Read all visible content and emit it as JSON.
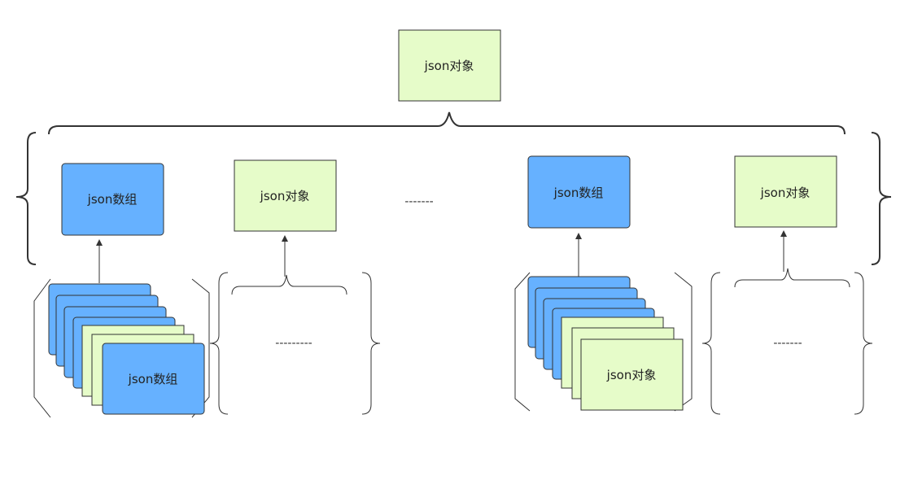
{
  "diagram": {
    "colors": {
      "array_fill": "#66b1ff",
      "object_fill": "#e6fcc9",
      "stroke": "#333333"
    },
    "root": {
      "label": "json对象"
    },
    "level1": {
      "array1": {
        "label": "json数组"
      },
      "object1": {
        "label": "json对象"
      },
      "ellipsis": "-------",
      "array2": {
        "label": "json数组"
      },
      "object2": {
        "label": "json对象"
      }
    },
    "level2": {
      "stack1_front": {
        "label": "json数组"
      },
      "group1_ellipsis": "---------",
      "stack2_front": {
        "label": "json对象"
      },
      "group2_ellipsis": "-------"
    }
  }
}
